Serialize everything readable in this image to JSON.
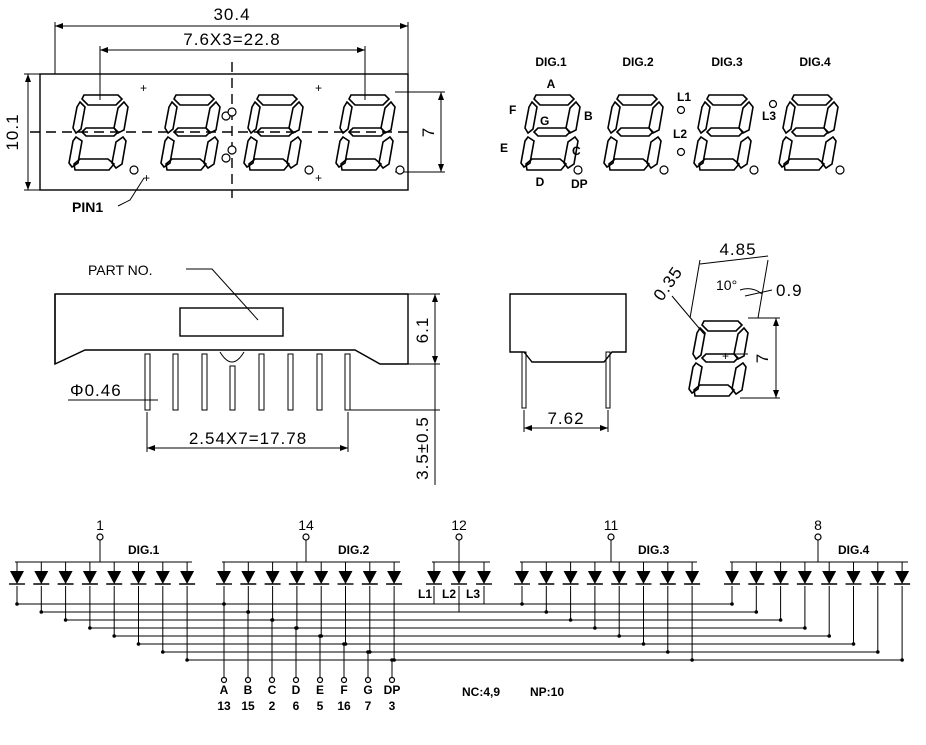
{
  "front_view": {
    "overall_width": "30.4",
    "pitch": "7.6X3=22.8",
    "height": "10.1",
    "digit_height": "7",
    "pin1_label": "PIN1"
  },
  "segment_map": {
    "digits": [
      "DIG.1",
      "DIG.2",
      "DIG.3",
      "DIG.4"
    ],
    "segments": {
      "A": "A",
      "B": "B",
      "C": "C",
      "D": "D",
      "E": "E",
      "F": "F",
      "G": "G",
      "DP": "DP"
    },
    "colons": [
      "L1",
      "L2",
      "L3"
    ]
  },
  "side_view": {
    "part_no": "PART NO.",
    "pin_diameter": "Φ0.46",
    "pin_span": "2.54X7=17.78",
    "body_height": "6.1",
    "pin_length": "3.5±0.5"
  },
  "end_view": {
    "row_spacing": "7.62"
  },
  "detail": {
    "width": "4.85",
    "seg_width": "0.35",
    "angle": "10°",
    "gap": "0.9",
    "height": "7"
  },
  "schematic": {
    "groups": [
      {
        "pin": "1",
        "label": "DIG.1"
      },
      {
        "pin": "14",
        "label": "DIG.2"
      },
      {
        "pin": "12",
        "label": ""
      },
      {
        "pin": "11",
        "label": "DIG.3"
      },
      {
        "pin": "8",
        "label": "DIG.4"
      }
    ],
    "colon_labels": [
      "L1",
      "L2",
      "L3"
    ],
    "segment_pins": [
      {
        "seg": "A",
        "pin": "13"
      },
      {
        "seg": "B",
        "pin": "15"
      },
      {
        "seg": "C",
        "pin": "2"
      },
      {
        "seg": "D",
        "pin": "6"
      },
      {
        "seg": "E",
        "pin": "5"
      },
      {
        "seg": "F",
        "pin": "16"
      },
      {
        "seg": "G",
        "pin": "7"
      },
      {
        "seg": "DP",
        "pin": "3"
      }
    ],
    "nc_note": "NC:4,9",
    "np_note": "NP:10"
  }
}
